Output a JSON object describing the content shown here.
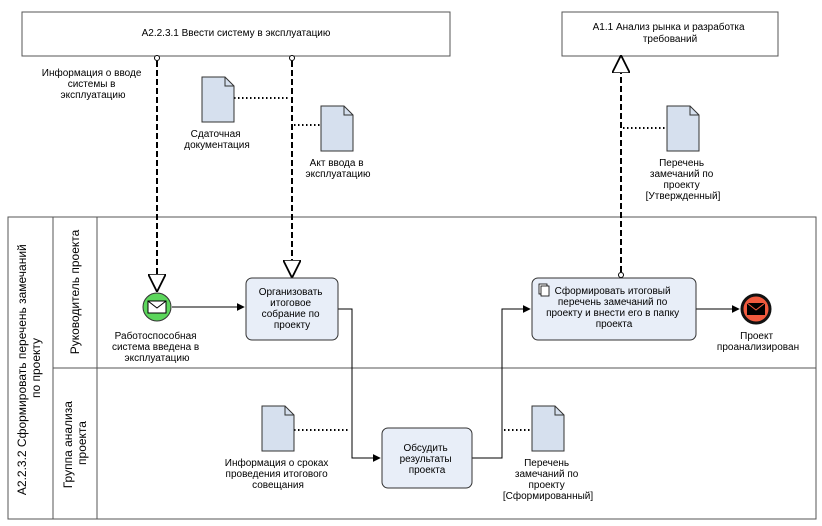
{
  "external": {
    "ввести_систему": "А2.2.3.1 Ввести систему в эксплуатацию",
    "анализ_рынка": [
      "А1.1 Анализ рынка и разработка",
      "требований"
    ]
  },
  "pool": {
    "title": [
      "А2.2.3.2 Сформировать перечень замечаний",
      "по проекту"
    ],
    "lanes": [
      {
        "title": [
          "Руководитель проекта"
        ]
      },
      {
        "title": [
          "Группа анализа",
          "проекта"
        ]
      }
    ]
  },
  "events": {
    "start": {
      "label": [
        "Работоспособная",
        "система введена в",
        "эксплуатацию"
      ],
      "color": "#5cd65c"
    },
    "end": {
      "label": [
        "Проект",
        "проанализирован"
      ],
      "color": "#f05a3e"
    }
  },
  "tasks": {
    "организовать": [
      "Организовать",
      "итоговое",
      "собрание по",
      "проекту"
    ],
    "обсудить": [
      "Обсудить",
      "результаты",
      "проекта"
    ],
    "сформировать": [
      "Сформировать итоговый",
      "перечень замечаний по",
      "проекту и внести его в папку",
      "проекта"
    ]
  },
  "labels": {
    "информация_о_вводе": [
      "Информация о вводе",
      "системы в",
      "эксплуатацию"
    ]
  },
  "documents": {
    "сдаточная": [
      "Сдаточная",
      "документация"
    ],
    "акт_ввода": [
      "Акт ввода в",
      "эксплуатацию"
    ],
    "перечень_утв": [
      "Перечень",
      "замечаний по",
      "проекту",
      "[Утвержденный]"
    ],
    "информация_о_сроках": [
      "Информация о сроках",
      "проведения итогового",
      "совещания"
    ],
    "перечень_сформ": [
      "Перечень",
      "замечаний по",
      "проекту",
      "[Сформированный]"
    ]
  },
  "colors": {
    "task_fill": "#e8eef8",
    "doc_fill": "#d6e0ee",
    "border": "#333333"
  }
}
